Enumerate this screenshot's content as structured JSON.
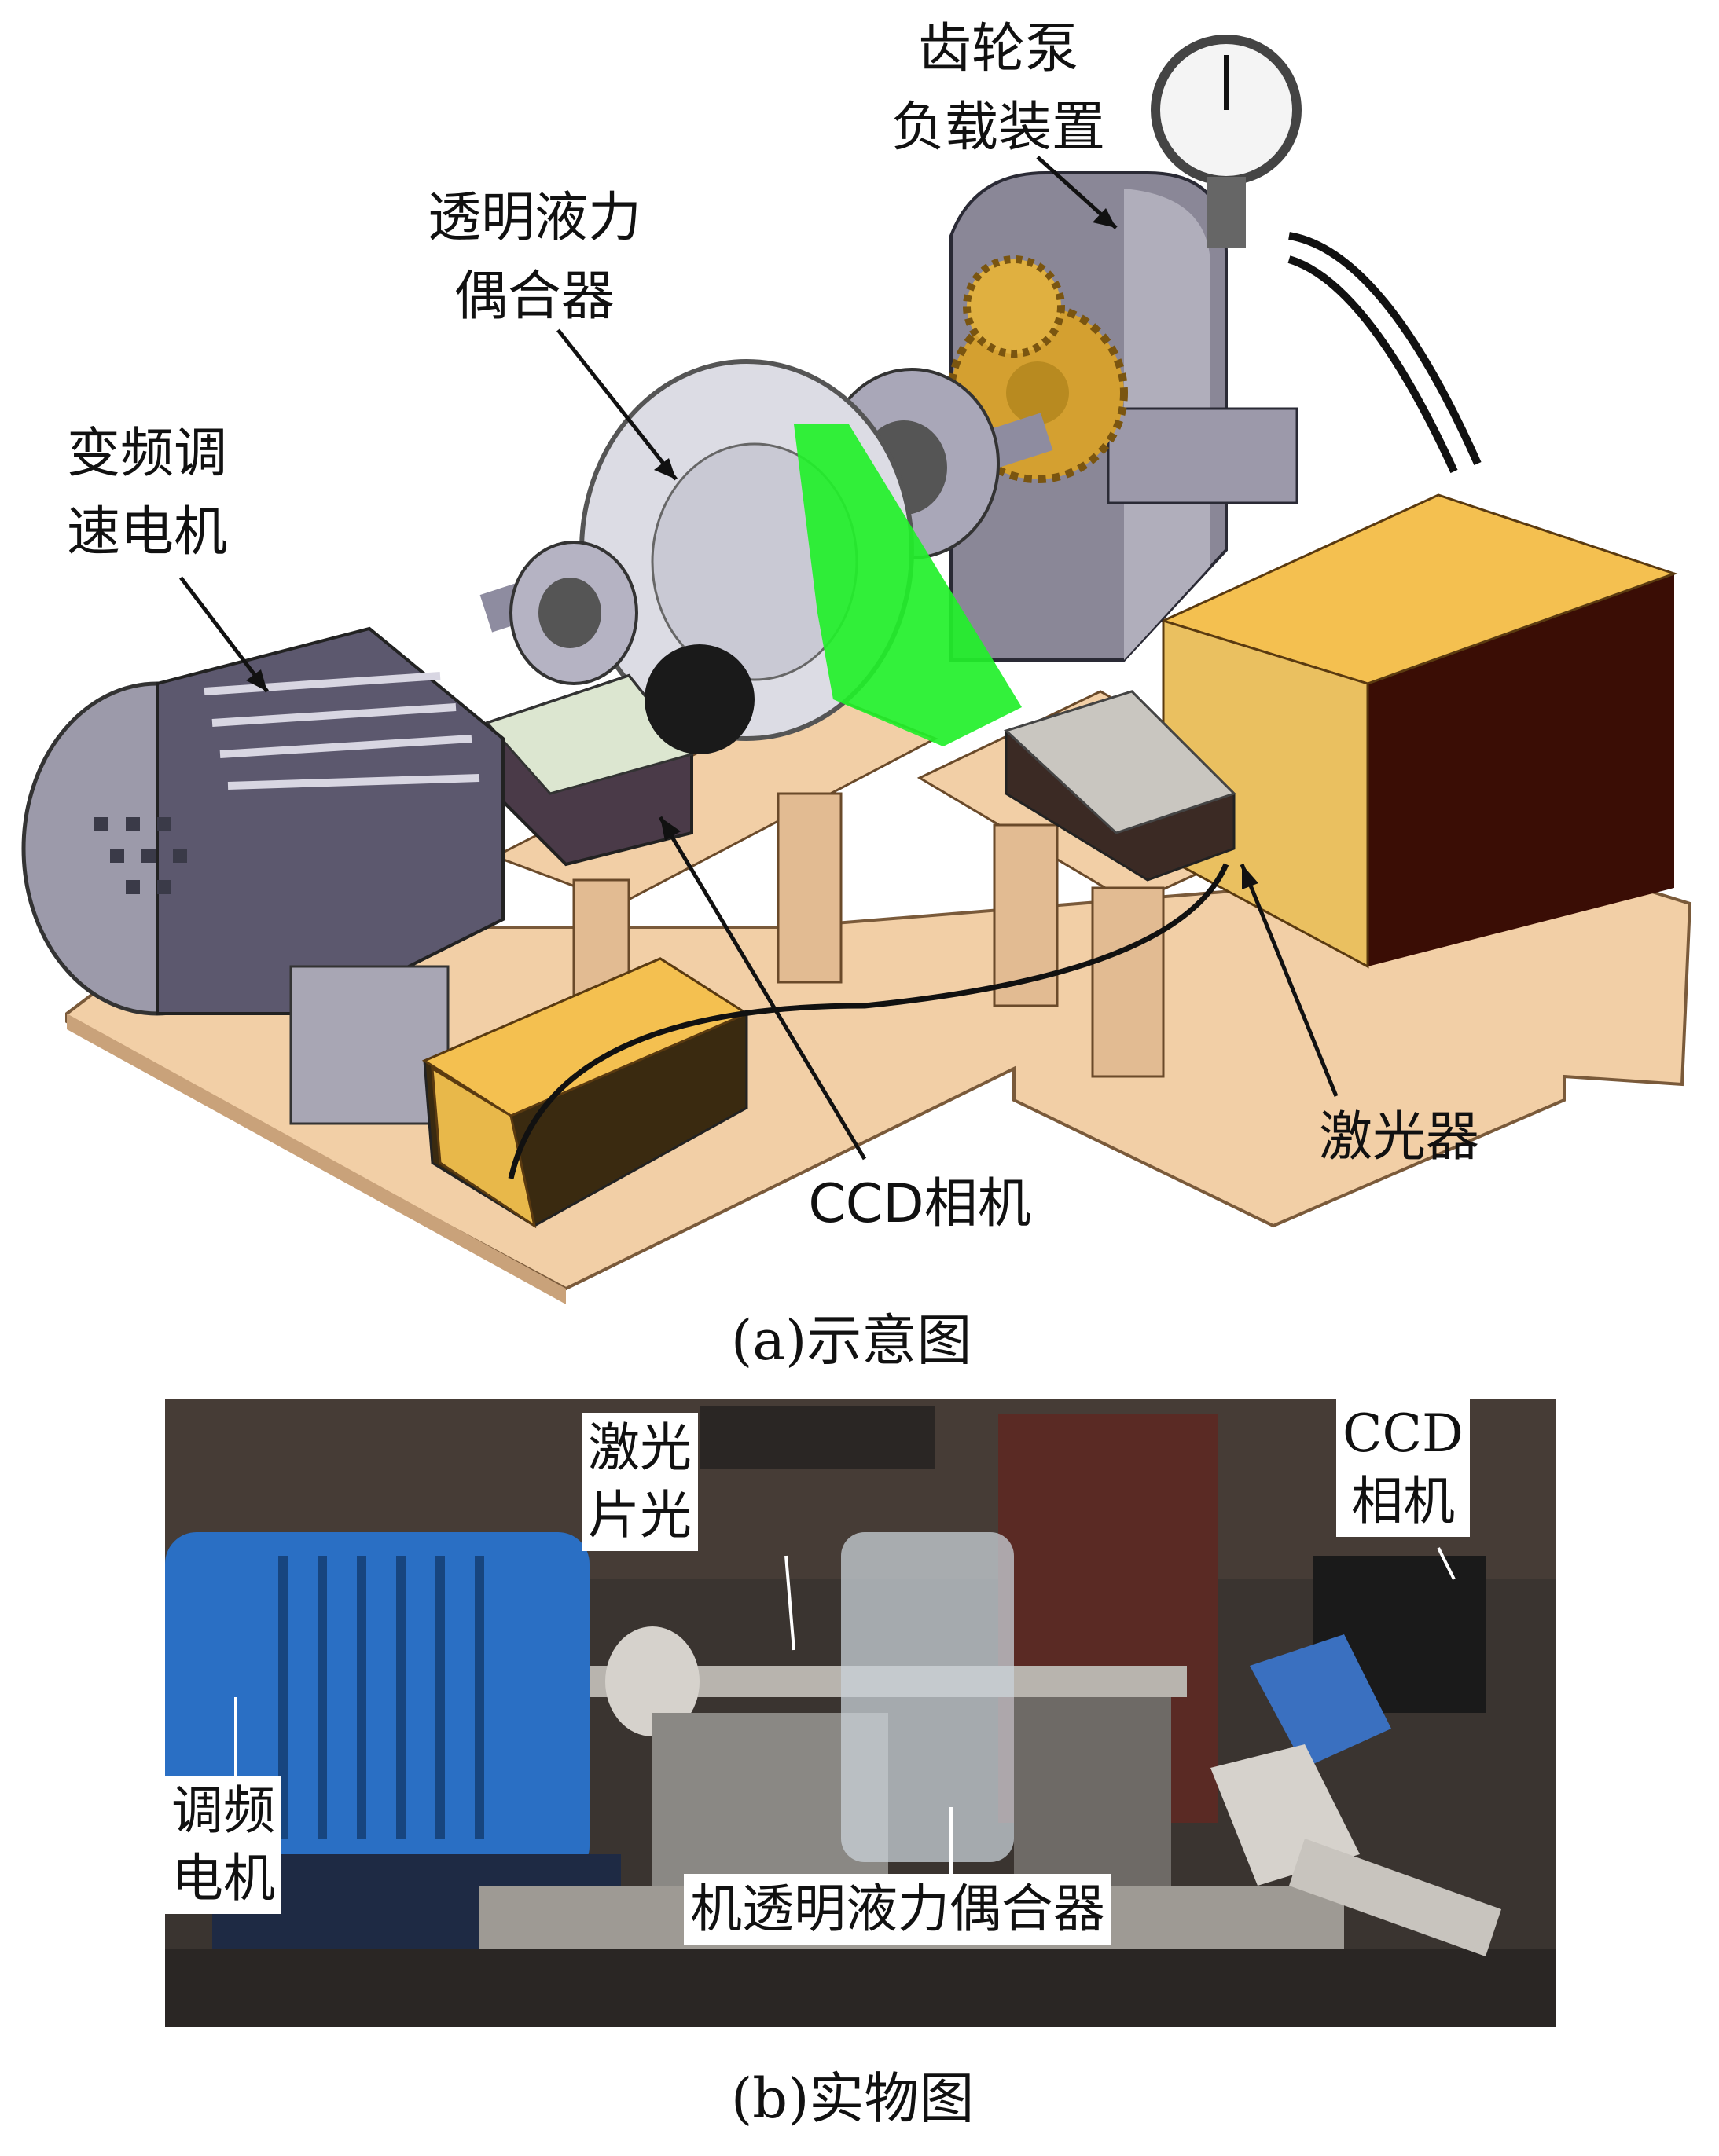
{
  "panel_a": {
    "caption": "(a)示意图",
    "labels": {
      "gear_pump_line1": "齿轮泵",
      "gear_pump_line2": "负载装置",
      "coupling_line1": "透明液力",
      "coupling_line2": "偶合器",
      "motor_line1": "变频调",
      "motor_line2": "速电机",
      "laser": "激光器",
      "ccd": "CCD相机"
    }
  },
  "panel_b": {
    "caption": "(b)实物图",
    "labels": {
      "sheet_light_line1": "激光",
      "sheet_light_line2": "片光",
      "ccd_line1": "CCD",
      "ccd_line2": "相机",
      "motor_line1": "调频",
      "motor_line2": "电机",
      "coupling": "机透明液力偶合器"
    }
  },
  "colors": {
    "base_plate": "#f2cfa6",
    "green_sheet": "#22f02a",
    "laser_box": "#f0c860",
    "motor_blue": "#2a6fc4",
    "photo_bg": "#3a3430"
  }
}
